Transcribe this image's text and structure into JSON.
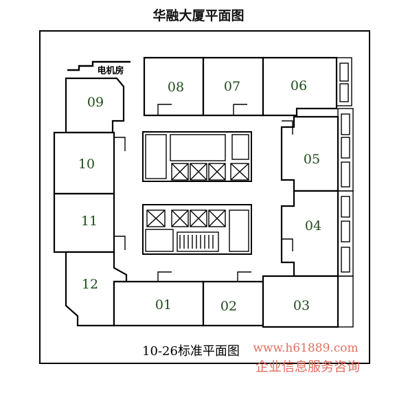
{
  "title": "华融大厦平面图",
  "machine_room": "电机房",
  "rooms": {
    "r01": "01",
    "r02": "02",
    "r03": "03",
    "r04": "04",
    "r05": "05",
    "r06": "06",
    "r07": "07",
    "r08": "08",
    "r09": "09",
    "r10": "10",
    "r11": "11",
    "r12": "12"
  },
  "caption": "10-26标准平面图",
  "watermark": {
    "url": "www.h61889.com",
    "company": "企业信息服务咨询"
  },
  "colors": {
    "room_label_green": "#1e4a1a",
    "watermark": "#e07060"
  }
}
